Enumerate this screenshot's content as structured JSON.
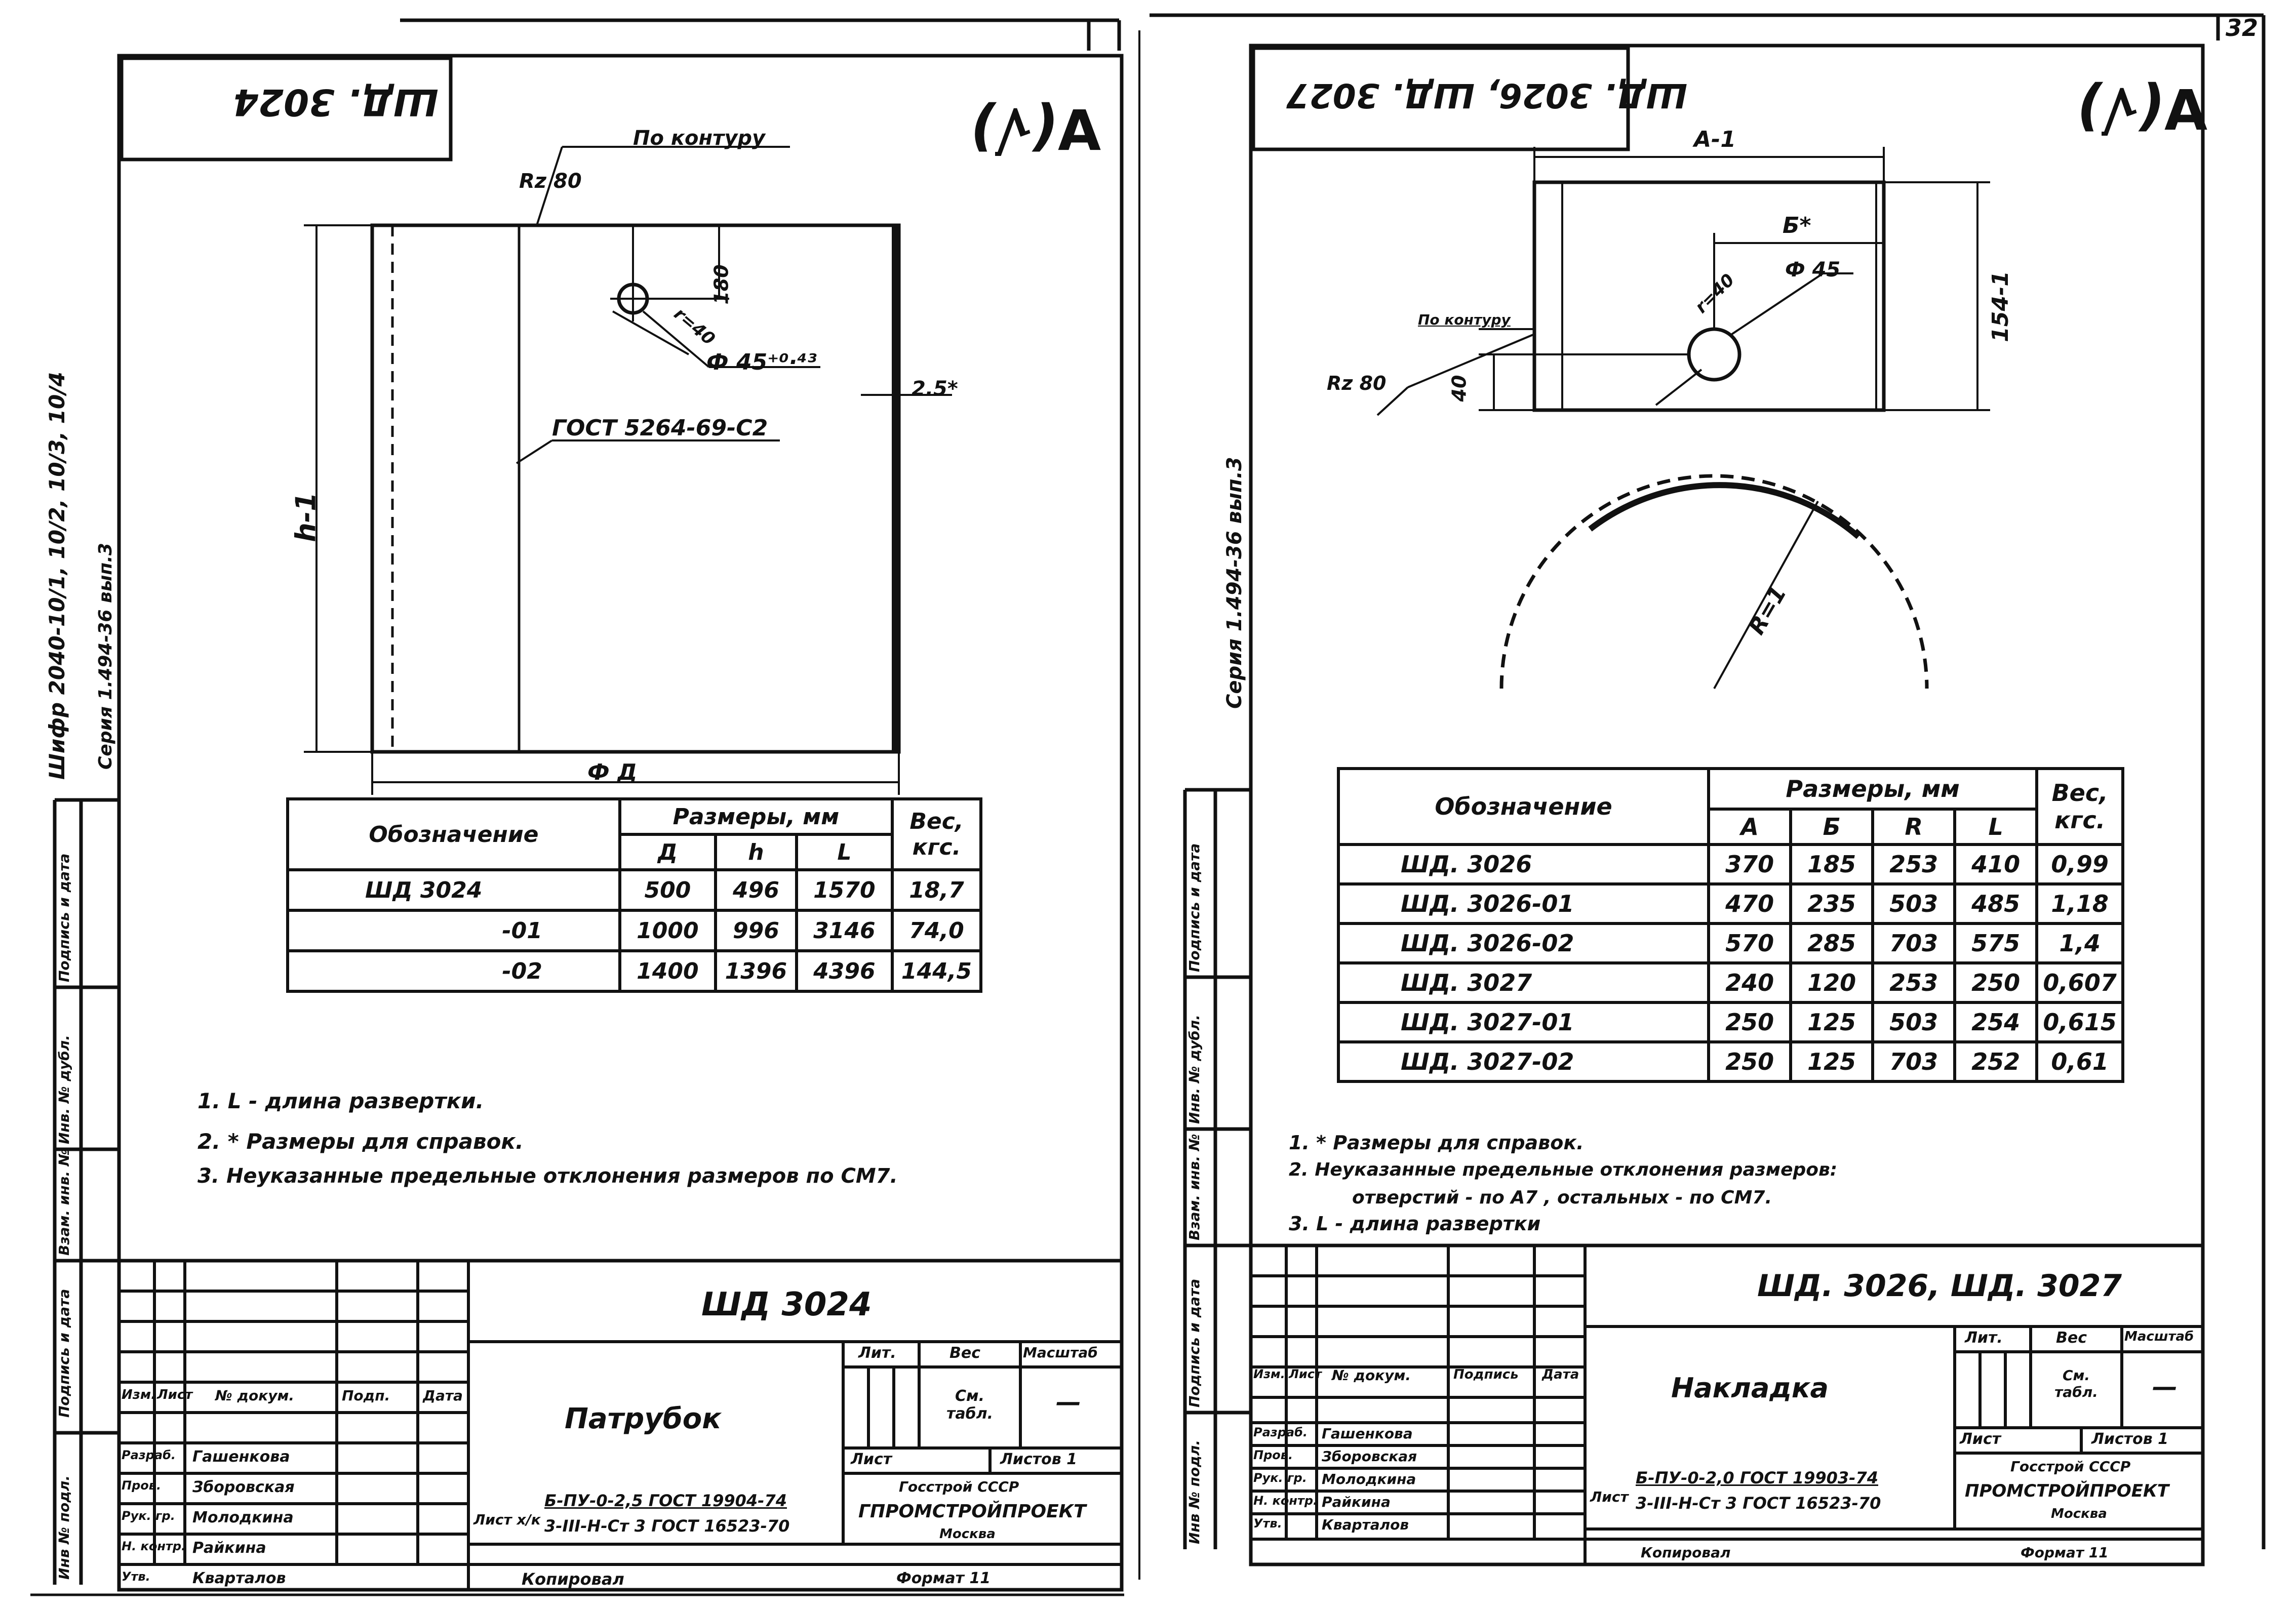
{
  "page_number": "32",
  "left_sheet": {
    "corner_stamp": "ШД. 3024",
    "roughness_symbol": "∀(√)",
    "contour_note": "По контуру",
    "roughness_note": "Rz 80",
    "weld_note": "ГОСТ 5264-69-С2",
    "dim_hole_offset": "180",
    "dim_radius": "r=40",
    "dim_hole_diam": "Ф 45⁺⁰·⁴³",
    "dim_thickness": "2.5*",
    "dim_height": "h-1",
    "dim_diameter": "Ф Д",
    "vertical_code": "Шифр 2040-10/1, 10/2, 10/3, 10/4",
    "vertical_series": "Серия 1.494-36 вып.3",
    "table": {
      "col_designation": "Обозначение",
      "group_dims": "Размеры, мм",
      "col_weight": "Вес, кгс.",
      "sub_cols": [
        "Д",
        "h",
        "L"
      ],
      "rows": [
        {
          "name": "ШД 3024",
          "d": "500",
          "h": "496",
          "l": "1570",
          "w": "18,7"
        },
        {
          "name": "-01",
          "d": "1000",
          "h": "996",
          "l": "3146",
          "w": "74,0"
        },
        {
          "name": "-02",
          "d": "1400",
          "h": "1396",
          "l": "4396",
          "w": "144,5"
        }
      ]
    },
    "notes": [
      "1.  L - длина развертки.",
      "2.  * Размеры для справок.",
      "3.  Неуказанные предельные отклонения размеров по CM7."
    ],
    "title_block": {
      "code": "ШД 3024",
      "name": "Патрубок",
      "col_headers": [
        "Изм.",
        "Лист",
        "№ докум.",
        "Подп.",
        "Дата"
      ],
      "people": [
        "Гашенкова",
        "Зборовская",
        "Молодкина",
        "Райкина",
        "Кварталов"
      ],
      "roles": [
        "Разраб.",
        "Пров.",
        "Рук. гр.",
        "Н. контр.",
        "Утв."
      ],
      "lit": "Лит.",
      "weight_label": "Вес",
      "scale_label": "Масштаб",
      "weight_value": "См. табл.",
      "scale_value": "—",
      "sheet": "Лист",
      "sheets": "Листов 1",
      "material_prefix": "Лист x/к",
      "material_top": "Б-ПУ-0-2,5 ГОСТ 19904-74",
      "material_bottom": "3-III-Н-Ст 3 ГОСТ 16523-70",
      "org_1": "Госстрой СССР",
      "org_2": "ГПРОМСТРОЙПРОЕКТ",
      "org_3": "Москва",
      "copied": "Копировал",
      "format": "Формат 11"
    },
    "side_labels": [
      "Инв № подл.",
      "Подпись и дата",
      "Взам. инв. №",
      "Инв. № дубл.",
      "Подпись и дата"
    ]
  },
  "right_sheet": {
    "corner_stamp": "ШД. 3026, ШД. 3027",
    "roughness_symbol": "∀(√)",
    "dim_a": "А-1",
    "dim_b": "Б*",
    "dim_hole": "Ф 45",
    "dim_radius": "r=40",
    "contour_note": "По контуру",
    "roughness_note": "Rz 80",
    "dim_offset": "40",
    "dim_height": "154-1",
    "dim_arc_radius": "R=1",
    "vertical_series": "Серия 1.494-36 вып.3",
    "table": {
      "col_designation": "Обозначение",
      "group_dims": "Размеры, мм",
      "col_weight": "Вес, кгс.",
      "sub_cols": [
        "А",
        "Б",
        "R",
        "L"
      ],
      "rows": [
        {
          "name": "ШД. 3026",
          "a": "370",
          "b": "185",
          "r": "253",
          "l": "410",
          "w": "0,99"
        },
        {
          "name": "ШД. 3026-01",
          "a": "470",
          "b": "235",
          "r": "503",
          "l": "485",
          "w": "1,18"
        },
        {
          "name": "ШД. 3026-02",
          "a": "570",
          "b": "285",
          "r": "703",
          "l": "575",
          "w": "1,4"
        },
        {
          "name": "ШД. 3027",
          "a": "240",
          "b": "120",
          "r": "253",
          "l": "250",
          "w": "0,607"
        },
        {
          "name": "ШД. 3027-01",
          "a": "250",
          "b": "125",
          "r": "503",
          "l": "254",
          "w": "0,615"
        },
        {
          "name": "ШД. 3027-02",
          "a": "250",
          "b": "125",
          "r": "703",
          "l": "252",
          "w": "0,61"
        }
      ]
    },
    "notes": [
      "1.  * Размеры для справок.",
      "2.  Неуказанные предельные отклонения размеров:",
      "отверстий - по A7 ,  остальных - по CM7.",
      "3.  L - длина развертки"
    ],
    "title_block": {
      "code": "ШД. 3026,   ШД. 3027",
      "name": "Накладка",
      "col_headers": [
        "Изм.",
        "Лист",
        "№ докум.",
        "Подпись",
        "Дата"
      ],
      "people": [
        "Гашенкова",
        "Зборовская",
        "Молодкина",
        "Райкина",
        "Кварталов"
      ],
      "roles": [
        "Разраб.",
        "Пров.",
        "Рук. гр.",
        "Н. контр.",
        "Утв."
      ],
      "lit": "Лит.",
      "weight_label": "Вес",
      "scale_label": "Масштаб",
      "weight_value": "См. табл.",
      "scale_value": "—",
      "sheet": "Лист",
      "sheets": "Листов 1",
      "material_prefix": "Лист",
      "material_top": "Б-ПУ-0-2,0 ГОСТ 19903-74",
      "material_bottom": "3-III-Н-Ст 3 ГОСТ 16523-70",
      "org_1": "Госстрой СССР",
      "org_2": "ПРОМСТРОЙПРОЕКТ",
      "org_3": "Москва",
      "copied": "Копировал",
      "format": "Формат 11"
    },
    "side_labels": [
      "Инв № подл.",
      "Подпись и дата",
      "Взам. инв. №",
      "Инв. № дубл.",
      "Подпись и дата"
    ]
  }
}
